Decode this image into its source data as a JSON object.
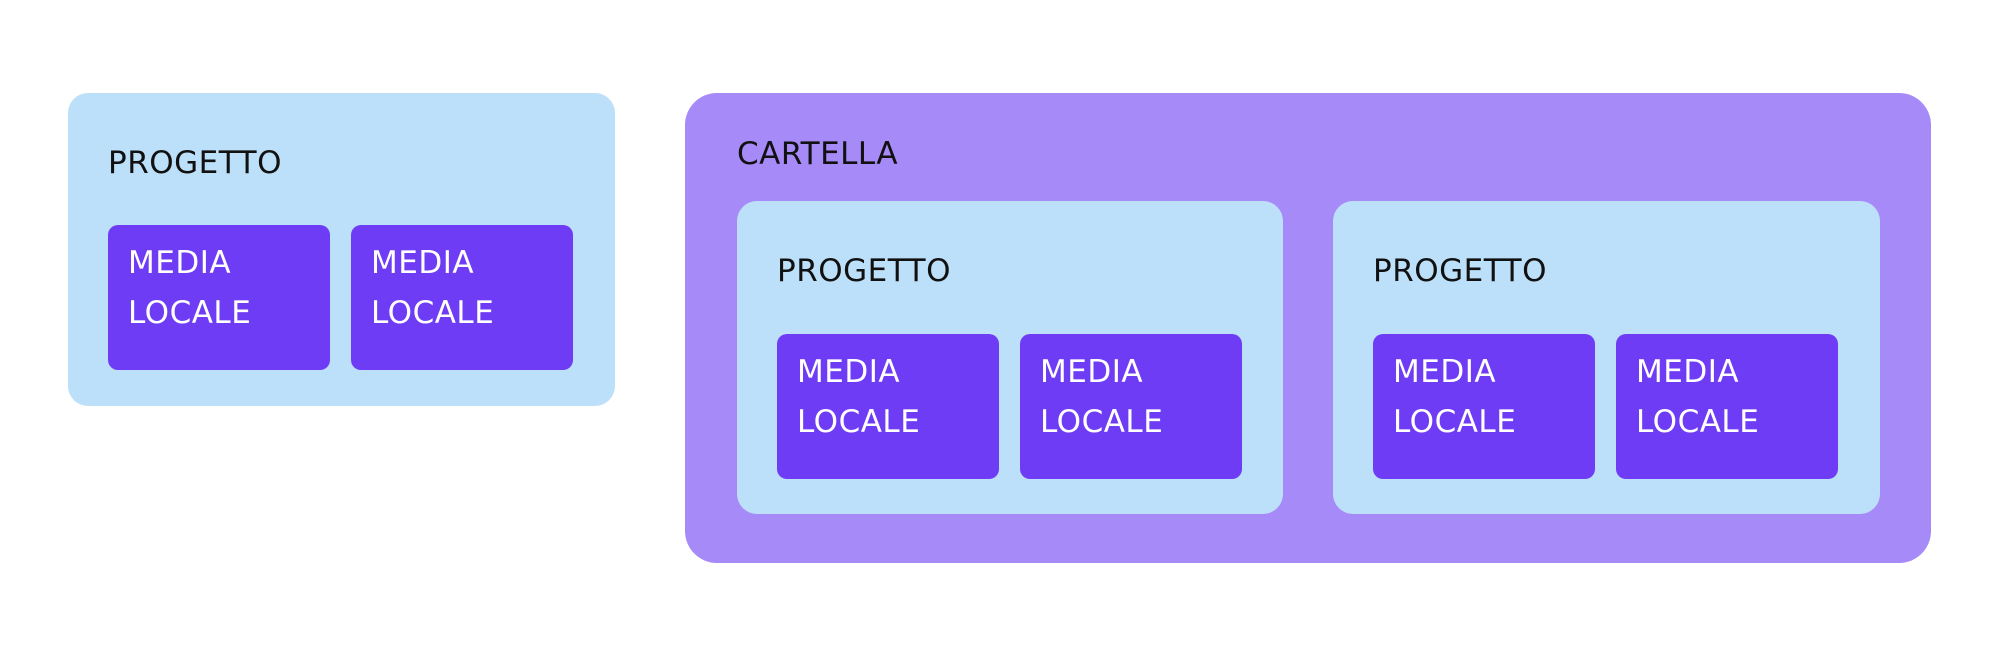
{
  "colors": {
    "background": "#ffffff",
    "project_fill": "#bde0fa",
    "folder_fill": "#a68af8",
    "media_fill": "#6f3cf6",
    "title_text": "#111111",
    "media_text": "#ffffff"
  },
  "standalone_project": {
    "title": "PROGETTO",
    "media": [
      {
        "line1": "MEDIA",
        "line2": "LOCALE"
      },
      {
        "line1": "MEDIA",
        "line2": "LOCALE"
      }
    ]
  },
  "folder": {
    "title": "CARTELLA",
    "projects": [
      {
        "title": "PROGETTO",
        "media": [
          {
            "line1": "MEDIA",
            "line2": "LOCALE"
          },
          {
            "line1": "MEDIA",
            "line2": "LOCALE"
          }
        ]
      },
      {
        "title": "PROGETTO",
        "media": [
          {
            "line1": "MEDIA",
            "line2": "LOCALE"
          },
          {
            "line1": "MEDIA",
            "line2": "LOCALE"
          }
        ]
      }
    ]
  }
}
